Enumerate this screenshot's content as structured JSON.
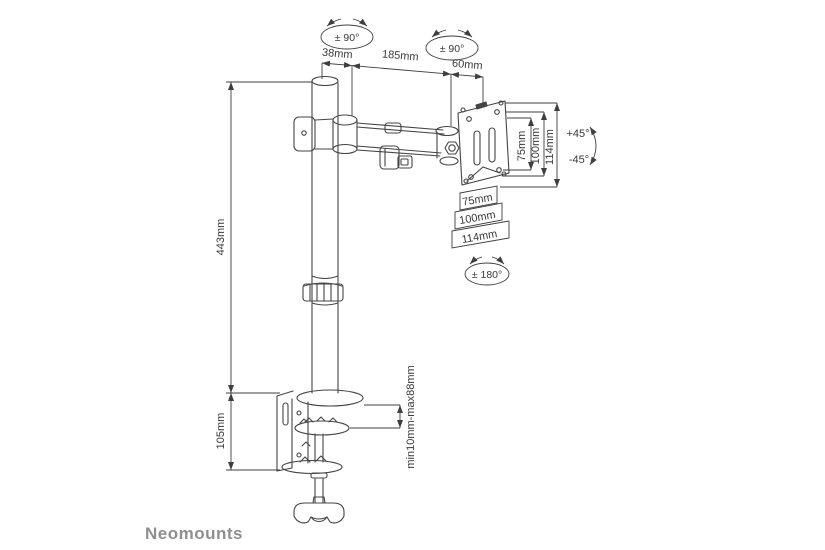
{
  "brand": "Neomounts",
  "annotations": {
    "pole_rotation": "± 90°",
    "vesa_rotation": "± 90°",
    "plate_rotation": "± 180°",
    "tilt_up": "+45°",
    "tilt_down": "-45°",
    "arm_offset_pole": "38mm",
    "arm_length": "185mm",
    "arm_offset_vesa": "60mm",
    "pole_height": "443mm",
    "clamp_height": "105mm",
    "clamp_range": "min10mm-max88mm",
    "vesa_vertical": [
      "75mm",
      "100mm",
      "114mm"
    ],
    "vesa_horizontal": [
      "75mm",
      "100mm",
      "114mm"
    ]
  },
  "colors": {
    "line": "#3f3f3f",
    "text": "#3a3a3a",
    "brand": "#8f8f8f",
    "background": "#ffffff"
  }
}
